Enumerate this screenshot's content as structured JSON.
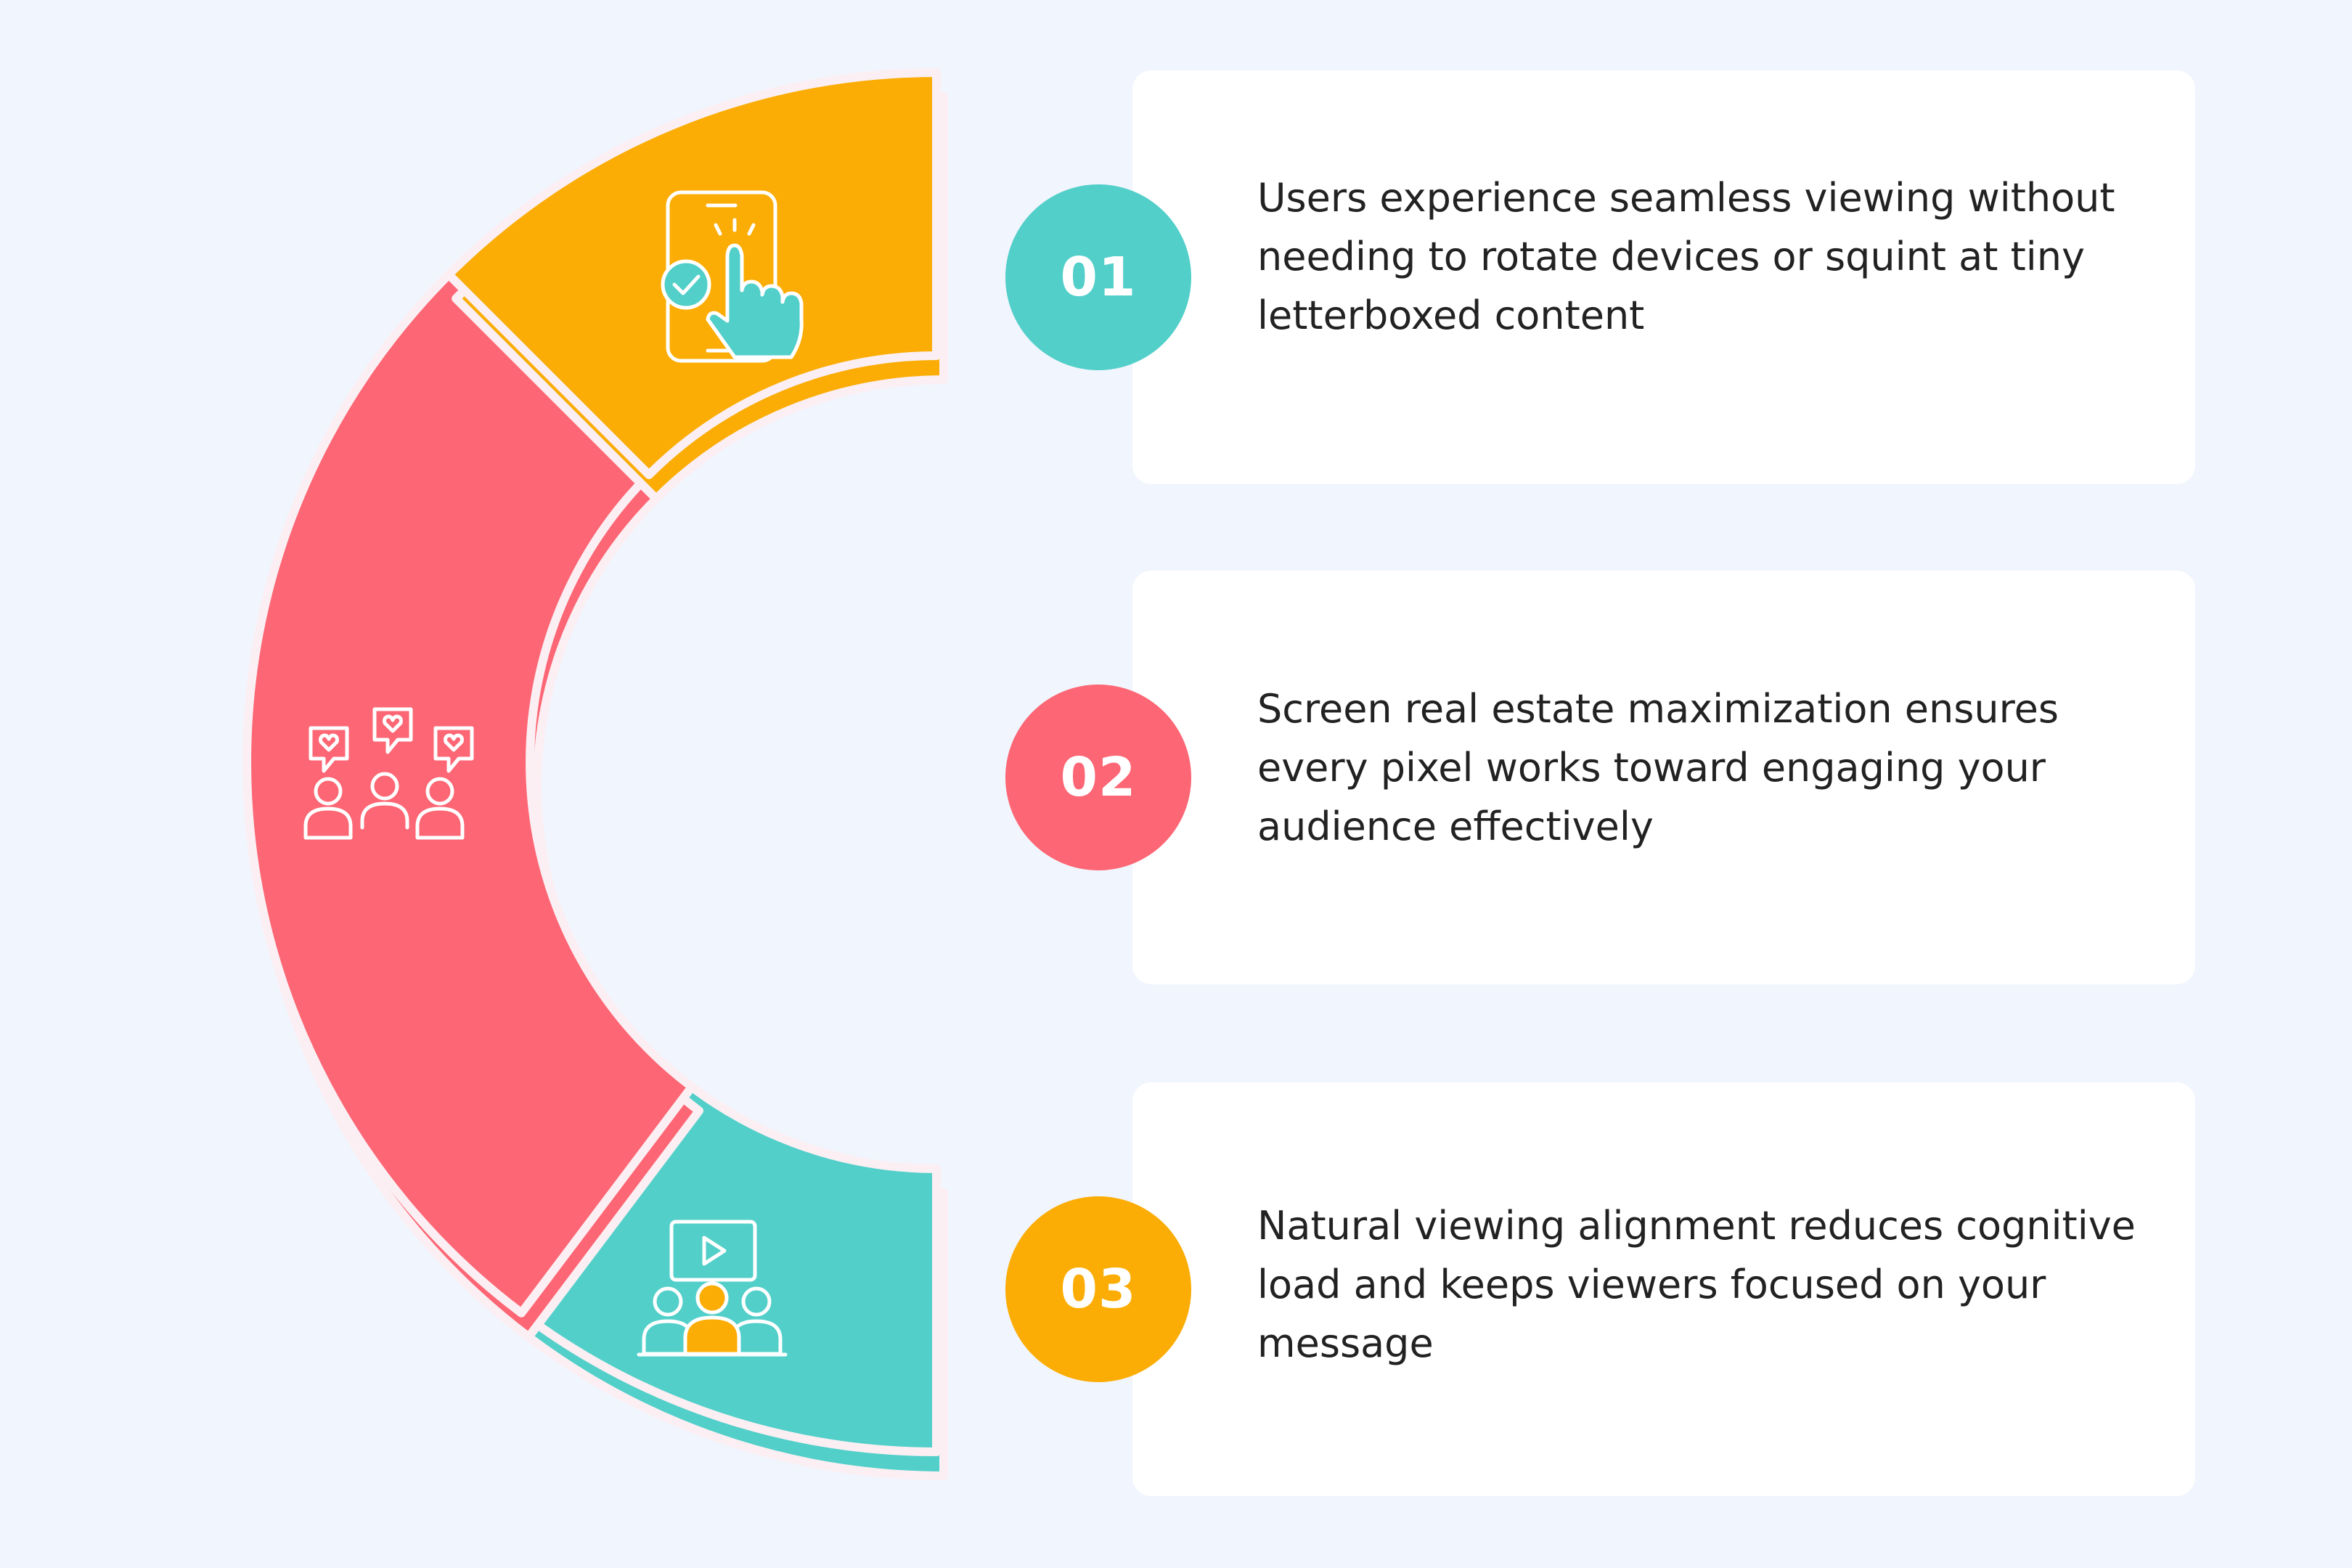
{
  "steps": [
    {
      "number": "01",
      "text": "Users experience seamless viewing without needing to rotate devices or squint at tiny letterboxed content",
      "color": "#52cfc9",
      "icon": "smartphone-tap-icon"
    },
    {
      "number": "02",
      "text": "Screen real estate maximization ensures every pixel works toward engaging your audience effectively",
      "color": "#fd6674",
      "icon": "audience-feedback-icon"
    },
    {
      "number": "03",
      "text": "Natural viewing alignment reduces cognitive load and keeps viewers focused on your message",
      "color": "#fbad05",
      "icon": "video-audience-icon"
    }
  ]
}
